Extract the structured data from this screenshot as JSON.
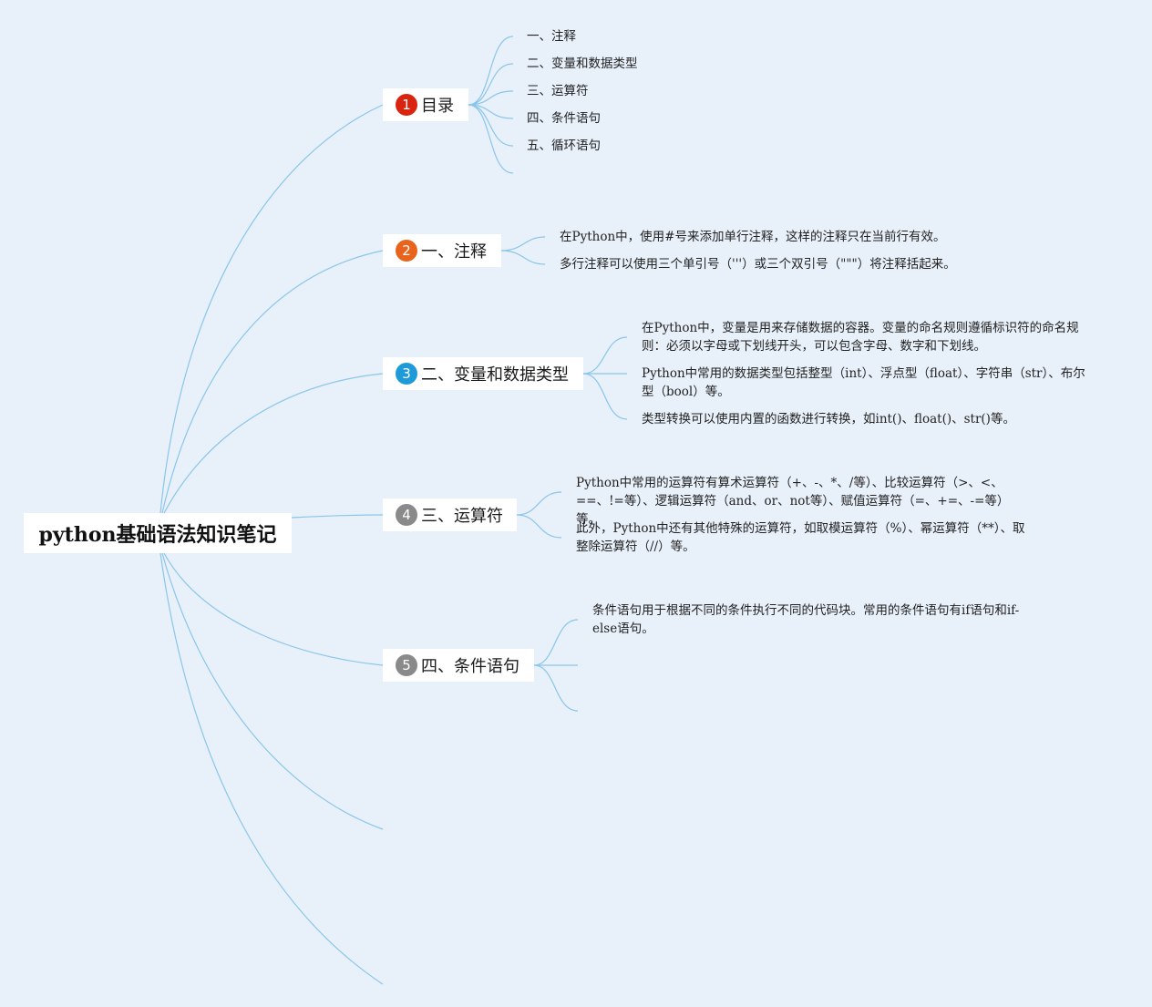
{
  "root": {
    "label": "python基础语法知识笔记"
  },
  "branches": [
    {
      "number": "1",
      "color": "#d9250f",
      "label": "目录",
      "leaves": [
        "一、注释",
        "二、变量和数据类型",
        "三、运算符",
        "四、条件语句",
        "五、循环语句"
      ]
    },
    {
      "number": "2",
      "color": "#e8641c",
      "label": "一、注释",
      "leaves": [
        "在Python中，使用#号来添加单行注释，这样的注释只在当前行有效。",
        "多行注释可以使用三个单引号（'''）或三个双引号（\"\"\"）将注释括起来。"
      ]
    },
    {
      "number": "3",
      "color": "#1f9ad8",
      "label": "二、变量和数据类型",
      "leaves": [
        "在Python中，变量是用来存储数据的容器。变量的命名规则遵循标识符的命名规则：必须以字母或下划线开头，可以包含字母、数字和下划线。",
        "Python中常用的数据类型包括整型（int）、浮点型（float）、字符串（str）、布尔型（bool）等。",
        "类型转换可以使用内置的函数进行转换，如int()、float()、str()等。"
      ]
    },
    {
      "number": "4",
      "color": "#8a8a8a",
      "label": "三、运算符",
      "leaves": [
        "Python中常用的运算符有算术运算符（+、-、*、/等）、比较运算符（>、<、==、!=等）、逻辑运算符（and、or、not等）、赋值运算符（=、+=、-=等）等。",
        "此外，Python中还有其他特殊的运算符，如取模运算符（%）、幂运算符（**）、取整除运算符（//）等。"
      ]
    },
    {
      "number": "5",
      "color": "#8a8a8a",
      "label": "四、条件语句",
      "leaves": [
        "条件语句用于根据不同的条件执行不同的代码块。常用的条件语句有if语句和if-else语句。"
      ]
    }
  ]
}
